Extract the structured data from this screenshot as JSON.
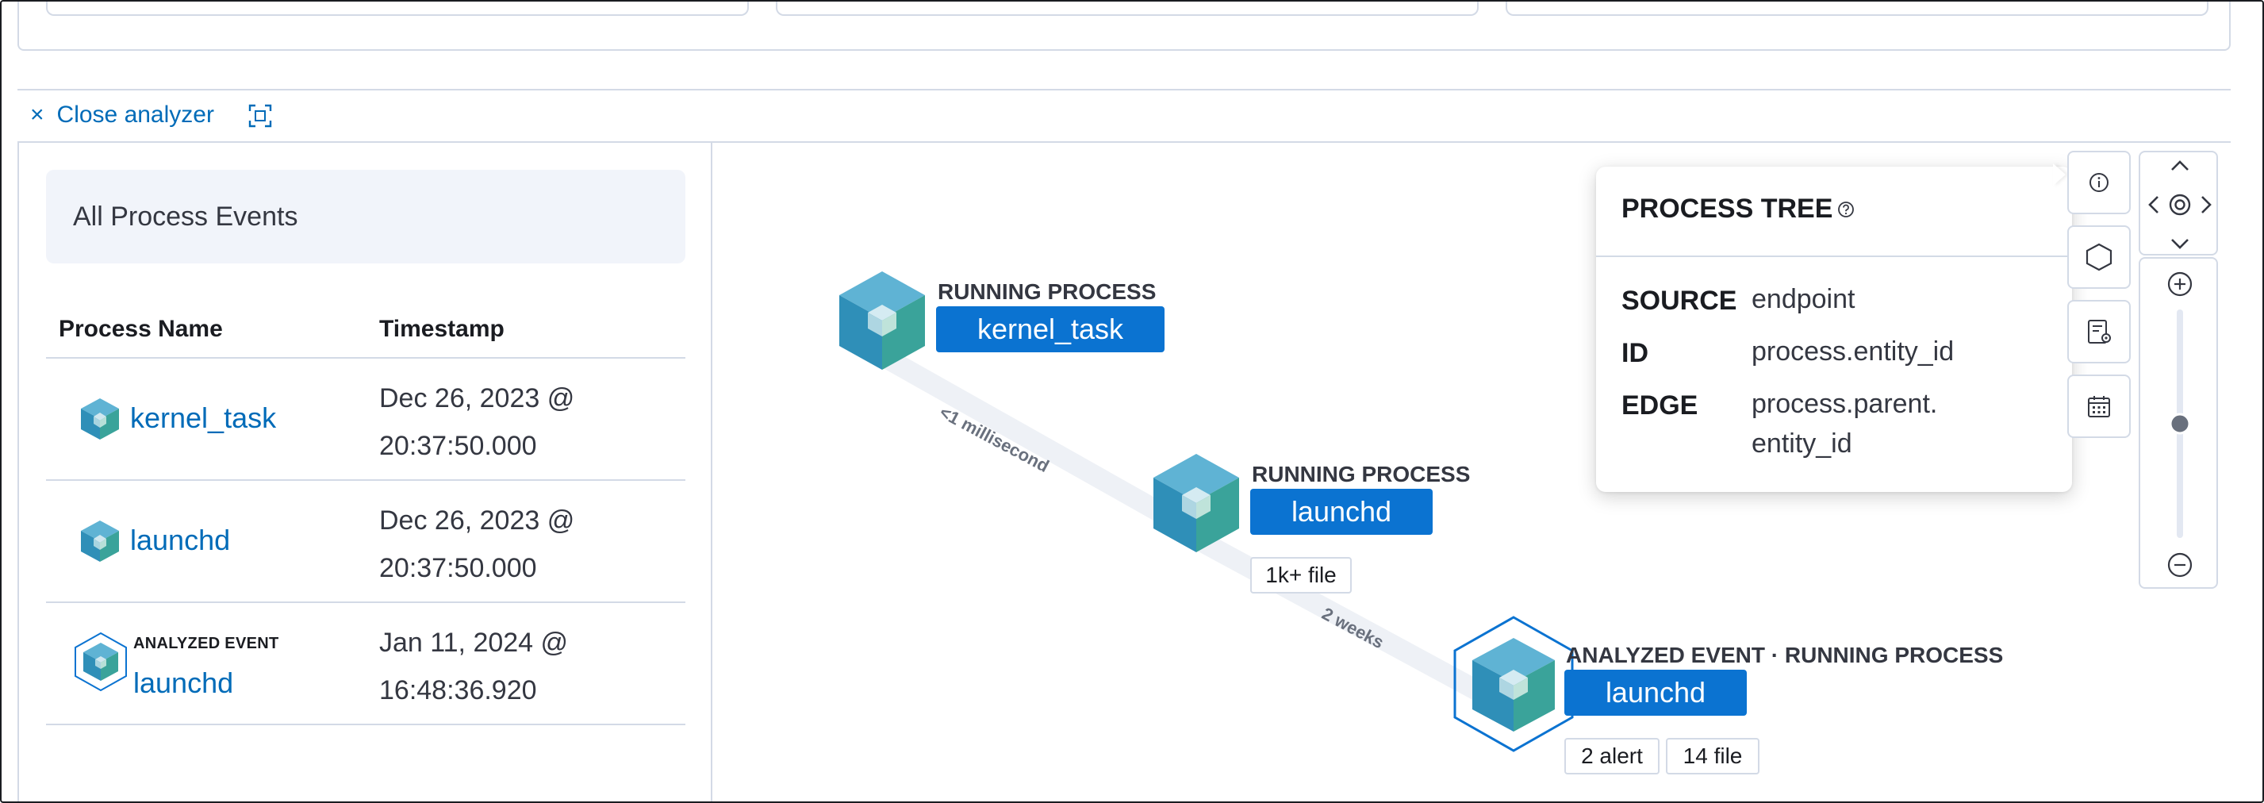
{
  "toolbar": {
    "close_label": "Close analyzer"
  },
  "left_panel": {
    "title": "All Process Events",
    "columns": [
      "Process Name",
      "Timestamp"
    ],
    "rows": [
      {
        "name": "kernel_task",
        "timestamp_line1": "Dec 26, 2023 @",
        "timestamp_line2": "20:37:50.000",
        "analyzed": false
      },
      {
        "name": "launchd",
        "timestamp_line1": "Dec 26, 2023 @",
        "timestamp_line2": "20:37:50.000",
        "analyzed": false
      },
      {
        "name": "launchd",
        "timestamp_line1": "Jan 11, 2024 @",
        "timestamp_line2": "16:48:36.920",
        "analyzed": true,
        "badge": "ANALYZED EVENT"
      }
    ]
  },
  "graph": {
    "nodes": [
      {
        "label": "RUNNING PROCESS",
        "name": "kernel_task"
      },
      {
        "label": "RUNNING PROCESS",
        "name": "launchd",
        "pills": [
          "1k+ file"
        ]
      },
      {
        "label": "ANALYZED EVENT · RUNNING PROCESS",
        "name": "launchd",
        "pills": [
          "2 alert",
          "14 file"
        ]
      }
    ],
    "edges": [
      {
        "label": "<1 millisecond"
      },
      {
        "label": "2 weeks"
      }
    ]
  },
  "popover": {
    "title": "PROCESS TREE",
    "fields": [
      {
        "key": "SOURCE",
        "value": "endpoint"
      },
      {
        "key": "ID",
        "value": "process.entity_id"
      },
      {
        "key": "EDGE",
        "value_line1": "process.parent.",
        "value_line2": "entity_id"
      }
    ]
  },
  "controls": {
    "icons": [
      "info-icon",
      "hexagon-icon",
      "settings-list-icon",
      "calendar-icon",
      "pan-up-icon",
      "pan-left-icon",
      "center-icon",
      "pan-right-icon",
      "pan-down-icon",
      "zoom-in-icon",
      "zoom-out-icon"
    ],
    "zoom_level": 0.5
  },
  "colors": {
    "link": "#006bb8",
    "node_button": "#0b73d1",
    "border": "#d3dae6",
    "analyzed_ring": "#0b73d1"
  }
}
